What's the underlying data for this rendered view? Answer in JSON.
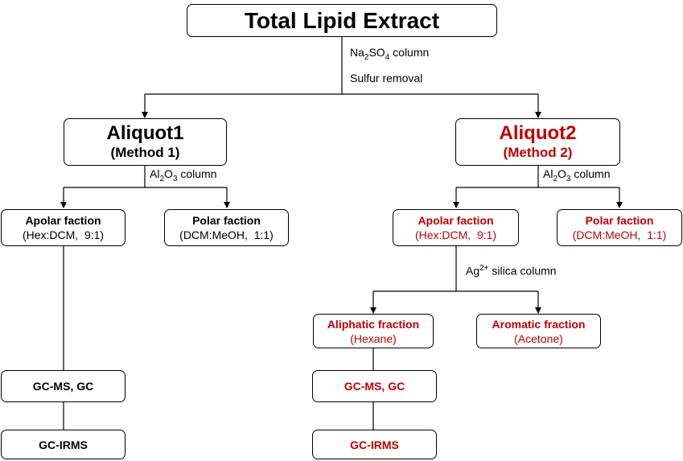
{
  "root": {
    "title": "Total Lipid Extract"
  },
  "step1": {
    "col_prefix": "Na",
    "col_sub1": "2",
    "col_mid": "SO",
    "col_sub2": "4",
    "col_suffix": " column",
    "sulfur": "Sulfur removal"
  },
  "aliquot1": {
    "title": "Aliquot1",
    "method": "(Method 1)"
  },
  "aliquot2": {
    "title": "Aliquot2",
    "method": "(Method 2)"
  },
  "al_col": {
    "prefix": "Al",
    "sub1": "2",
    "mid": "O",
    "sub2": "3",
    "suffix": " column"
  },
  "m1": {
    "apolar": {
      "title": "Apolar faction",
      "sub": "(Hex:DCM,  9:1)"
    },
    "polar": {
      "title": "Polar faction",
      "sub": "(DCM:MeOH,  1:1)"
    },
    "gcms": "GC-MS, GC",
    "gcirms": "GC-IRMS"
  },
  "m2": {
    "apolar": {
      "title": "Apolar faction",
      "sub": "(Hex:DCM,  9:1)"
    },
    "polar": {
      "title": "Polar faction",
      "sub": "(DCM:MeOH,  1:1)"
    },
    "ag_prefix": "Ag",
    "ag_sup": "2+",
    "ag_suffix": " silica column",
    "aliphatic": {
      "title": "Aliphatic fraction",
      "sub": "(Hexane)"
    },
    "aromatic": {
      "title": "Aromatic fraction",
      "sub": "(Acetone)"
    },
    "gcms": "GC-MS, GC",
    "gcirms": "GC-IRMS"
  },
  "colors": {
    "method2": "#c00000",
    "lines": "#000000"
  }
}
